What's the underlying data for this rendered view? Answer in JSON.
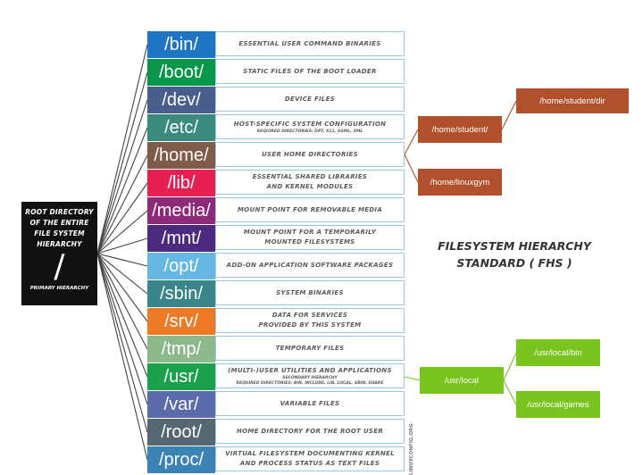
{
  "root": {
    "title_lines": [
      "Root directory",
      "of the entire",
      "file system",
      "hierarchy"
    ],
    "symbol": "/",
    "subtitle": "Primary hierarchy"
  },
  "directories": [
    {
      "name": "/bin/",
      "color": "#1f74c4",
      "desc": [
        "Essential user command binaries"
      ],
      "sub": []
    },
    {
      "name": "/boot/",
      "color": "#07964a",
      "desc": [
        "Static files of the boot loader"
      ],
      "sub": []
    },
    {
      "name": "/dev/",
      "color": "#4a5e8d",
      "desc": [
        "Device files"
      ],
      "sub": []
    },
    {
      "name": "/etc/",
      "color": "#3b8a7e",
      "desc": [
        "Host-specific system configuration"
      ],
      "sub": [
        "Required directories: opt, X11, sgml, xml"
      ]
    },
    {
      "name": "/home/",
      "color": "#7f5b4a",
      "desc": [
        "User home directories"
      ],
      "sub": []
    },
    {
      "name": "/lib/",
      "color": "#e71f53",
      "desc": [
        "Essential shared libraries",
        "and kernel modules"
      ],
      "sub": []
    },
    {
      "name": "/media/",
      "color": "#8d2a79",
      "desc": [
        "Mount point for removable media"
      ],
      "sub": []
    },
    {
      "name": "/mnt/",
      "color": "#4b2a80",
      "desc": [
        "Mount point for a temporarily",
        "mounted filesystems"
      ],
      "sub": []
    },
    {
      "name": "/opt/",
      "color": "#66b7e4",
      "desc": [
        "Add-on application software packages"
      ],
      "sub": []
    },
    {
      "name": "/sbin/",
      "color": "#39858a",
      "desc": [
        "System binaries"
      ],
      "sub": []
    },
    {
      "name": "/srv/",
      "color": "#ee7a25",
      "desc": [
        "Data for services",
        "provided by this system"
      ],
      "sub": []
    },
    {
      "name": "/tmp/",
      "color": "#8cb88b",
      "desc": [
        "Temporary files"
      ],
      "sub": []
    },
    {
      "name": "/usr/",
      "color": "#1ba04b",
      "desc": [
        "(Multi-)user utilities and applications"
      ],
      "sub": [
        "Secondary hierarchy",
        "Required directories: bin, include, lib, local, sbin, share"
      ]
    },
    {
      "name": "/var/",
      "color": "#5b6bab",
      "desc": [
        "Variable files"
      ],
      "sub": []
    },
    {
      "name": "/root/",
      "color": "#556770",
      "desc": [
        "Home directory for the root user"
      ],
      "sub": []
    },
    {
      "name": "/proc/",
      "color": "#3b82b5",
      "desc": [
        "Virtual filesystem documenting kernel",
        "and process status as text files"
      ],
      "sub": []
    }
  ],
  "home_tree": {
    "student": "/home/student/",
    "student_dir": "/home/student/dir",
    "linuxgym": "/home/linuxgym",
    "color": "#b0502d"
  },
  "usr_tree": {
    "local": "/usr/local",
    "local_bin": "/usr/local/bin",
    "local_games": "/usr/local/games",
    "color": "#79c41e"
  },
  "standard_title": [
    "Filesystem Hierarchy",
    "Standard ( FHS )"
  ],
  "credit": "linuxconfig.org"
}
